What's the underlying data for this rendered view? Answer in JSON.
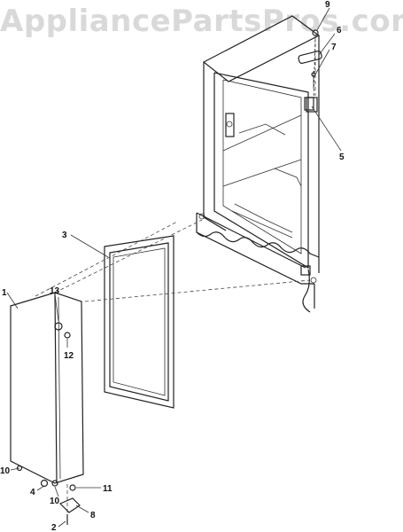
{
  "watermark": "AppliancePartsPros.com",
  "callouts": {
    "c1": "1",
    "c2": "2",
    "c3": "3",
    "c4": "4",
    "c5": "5",
    "c6": "6",
    "c7": "7",
    "c8": "8",
    "c9": "9",
    "c10a": "10",
    "c10b": "10",
    "c11": "11",
    "c12": "12",
    "c13": "13"
  }
}
